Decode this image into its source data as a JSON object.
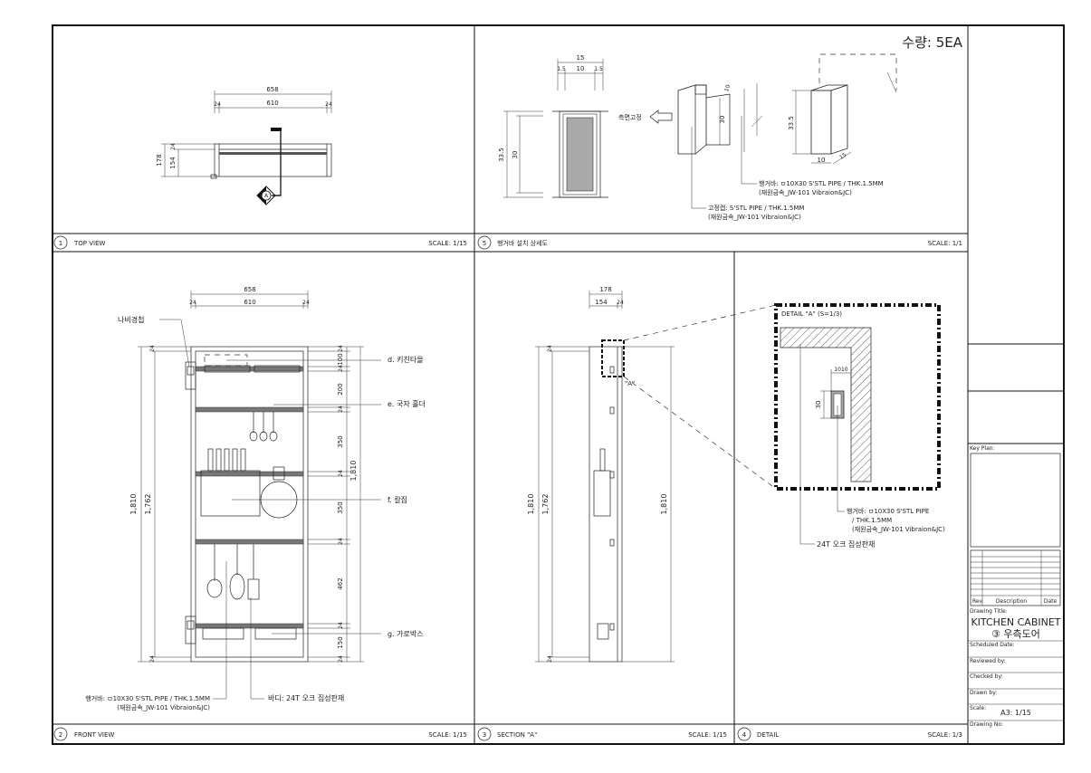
{
  "quantity": "수량: 5EA",
  "views": {
    "v1": {
      "num": "1",
      "title": "TOP VIEW",
      "scale": "SCALE: 1/15"
    },
    "v5": {
      "num": "5",
      "title": "행거바 설치 상세도",
      "scale": "SCALE: 1/1"
    },
    "v2": {
      "num": "2",
      "title": "FRONT VIEW",
      "scale": "SCALE: 1/15"
    },
    "v3": {
      "num": "3",
      "title": "SECTION \"A\"",
      "scale": "SCALE: 1/15"
    },
    "v4": {
      "num": "4",
      "title": "DETAIL",
      "scale": "SCALE: 1/3"
    }
  },
  "dims": {
    "d658": "658",
    "d610": "610",
    "d24": "24",
    "d178": "178",
    "d154": "154",
    "d15": "15",
    "d10": "10",
    "d1_5": "1.5",
    "d33_5": "33.5",
    "d30": "30",
    "d1810": "1,810",
    "d1762": "1,762",
    "d100": "100",
    "d200": "200",
    "d350": "350",
    "d462": "462",
    "d150": "150",
    "d1010": "1010",
    "d1_5b": "1.5"
  },
  "labels": {
    "sectionMark": "A",
    "sideFix": "측면고정",
    "hangerbar1": "행거바: ㅁ10X30 S'STL PIPE / THK.1.5MM",
    "hangerbar1b": "(재원금속_JW-101 Vibraion&JC)",
    "clamp1": "고정캡: S'STL PIPE / THK.1.5MM",
    "clamp1b": "(재원금속_JW-101 Vibraion&JC)",
    "hinge": "나비경첩",
    "kitchenTowel": "d. 키친타올",
    "ladleHolder": "e. 국자 홀더",
    "knifeBlock": "f. 칼집",
    "caddy": "g. 가로박스",
    "hangerbar2": "행거바: ㅁ10X30 S'STL PIPE / THK.1.5MM",
    "hangerbar2b": "(재원금속_JW-101 Vibraion&JC)",
    "body": "바디: 24T 오크 집성판재",
    "secA": "\"A\"",
    "detailA": "DETAIL \"A\" (S=1/3)",
    "hangerbar3": "행거바: ㅁ10X30 S'STL PIPE",
    "hangerbar3b": "/ THK.1.5MM",
    "hangerbar3c": "(재원금속_JW-101 Vibraion&JC)",
    "oak": "24T 오크 집성판재"
  },
  "titleblock": {
    "keyPlan": "Key Plan:",
    "rev": "Rev",
    "description": "Description",
    "date": "Date",
    "drawingTitleLabel": "Drawing Title:",
    "drawingTitle1": "KITCHEN CABINET",
    "drawingTitle2": "③ 우측도어",
    "l1": "Scheduled Date:",
    "l2": "Reviewed by:",
    "l3": "Checked by:",
    "l4": "Drawn by:",
    "scaleLabel": "Scale:",
    "scale": "A3: 1/15",
    "drawingNo": "Drawing No:"
  },
  "colors": {
    "line": "#222222",
    "shelf": "#777777",
    "glass": "#aaaaaa"
  }
}
